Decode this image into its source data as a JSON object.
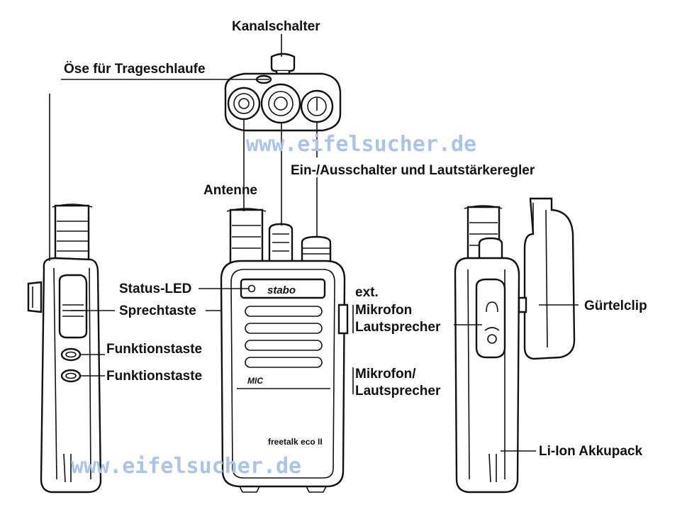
{
  "labels": {
    "kanalschalter": "Kanalschalter",
    "oese": "Öse für Trageschlaufe",
    "ein_aus": "Ein-/Ausschalter und Lautstärkeregler",
    "antenne": "Antenne",
    "status_led": "Status-LED",
    "sprechtaste": "Sprechtaste",
    "funktionstaste_1": "Funktionstaste",
    "funktionstaste_2": "Funktionstaste",
    "ext_line1": "ext.",
    "ext_line2": "Mikrofon",
    "ext_line3": "Lautsprecher",
    "mic_line1": "Mikrofon/",
    "mic_line2": "Lautsprecher",
    "guertelclip": "Gürtelclip",
    "akku": "Li-Ion Akkupack"
  },
  "device": {
    "brand": "stabo",
    "model": "freetalk eco II",
    "mic_mark": "MIC"
  },
  "watermark": {
    "text": "www.eifelsucher.de"
  },
  "colors": {
    "ink": "#111111",
    "watermark": "#a9c4e8",
    "background": "#ffffff"
  }
}
